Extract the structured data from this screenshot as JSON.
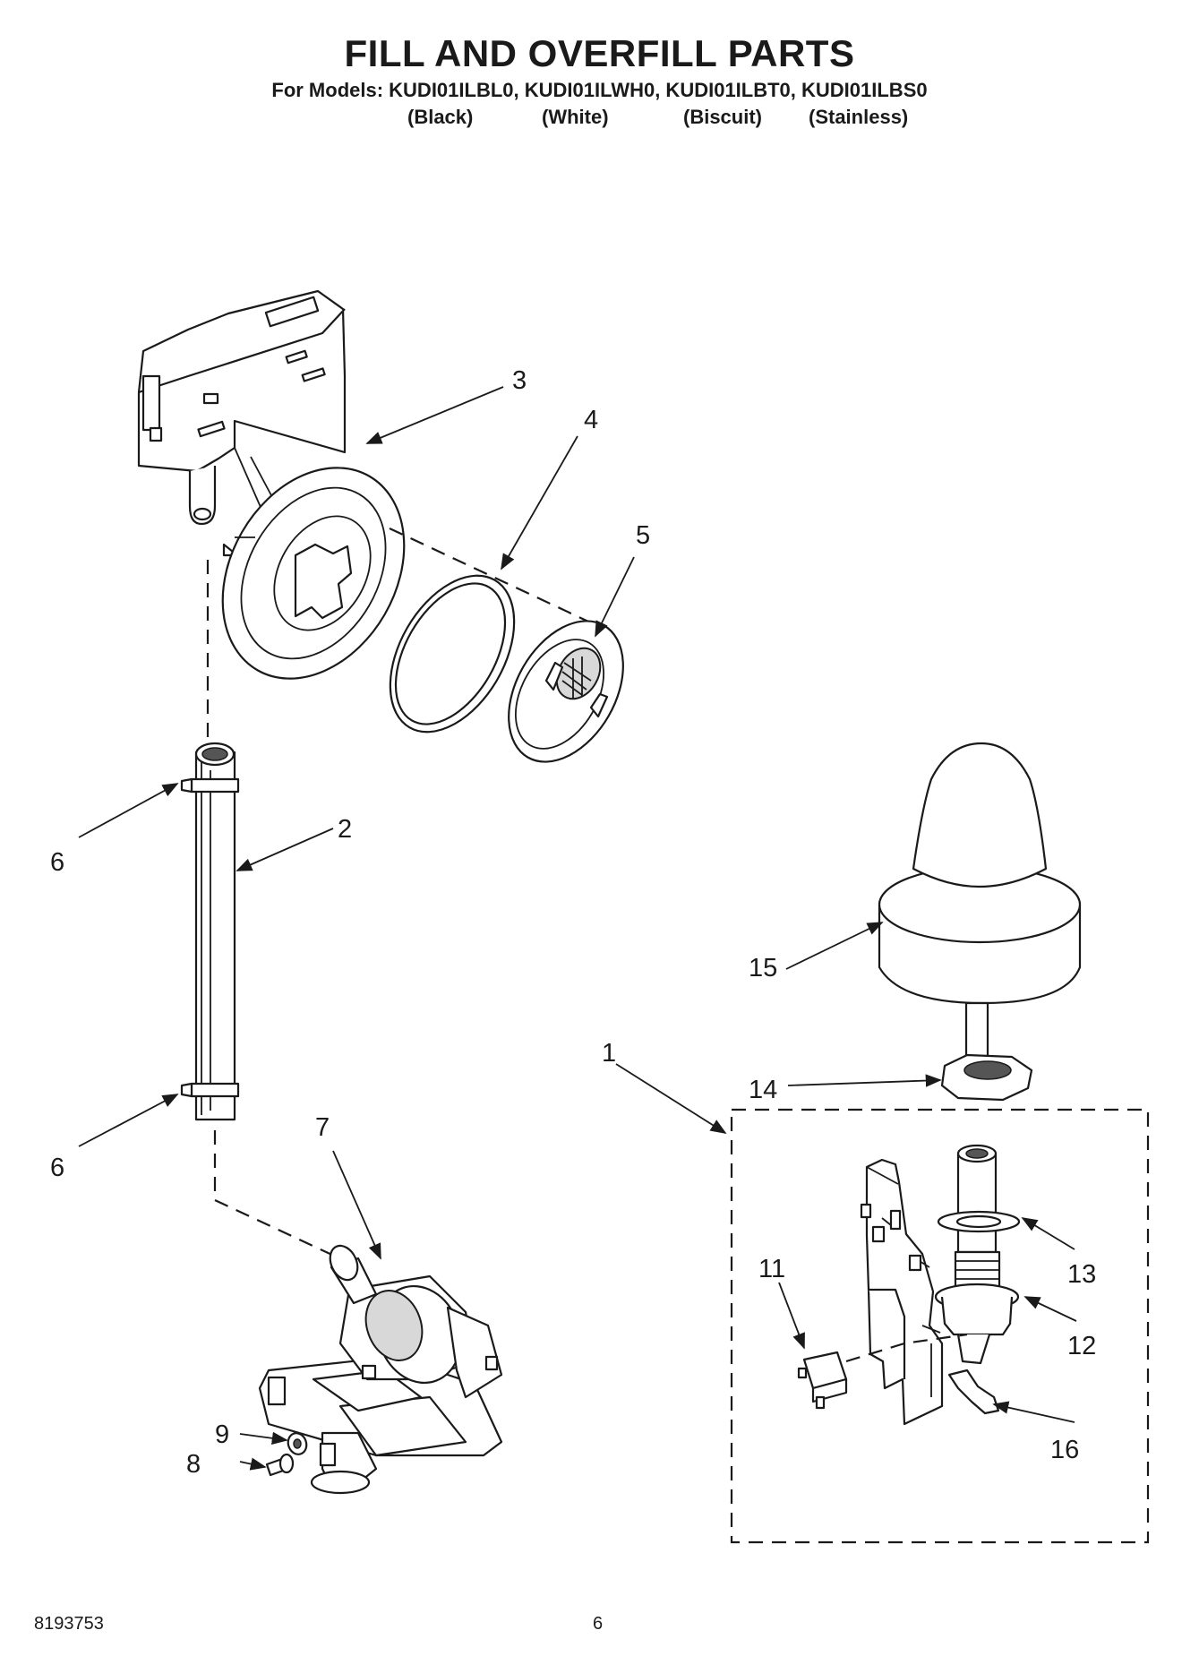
{
  "header": {
    "title": "FILL AND OVERFILL PARTS",
    "models_line": "For Models: KUDI01ILBL0, KUDI01ILWH0, KUDI01ILBT0, KUDI01ILBS0",
    "variants": [
      "(Black)",
      "(White)",
      "(Biscuit)",
      "(Stainless)"
    ]
  },
  "callouts": [
    "1",
    "2",
    "3",
    "4",
    "5",
    "6",
    "6",
    "7",
    "8",
    "9",
    "11",
    "12",
    "13",
    "14",
    "15",
    "16"
  ],
  "footer": {
    "doc_number": "8193753",
    "page_number": "6"
  }
}
